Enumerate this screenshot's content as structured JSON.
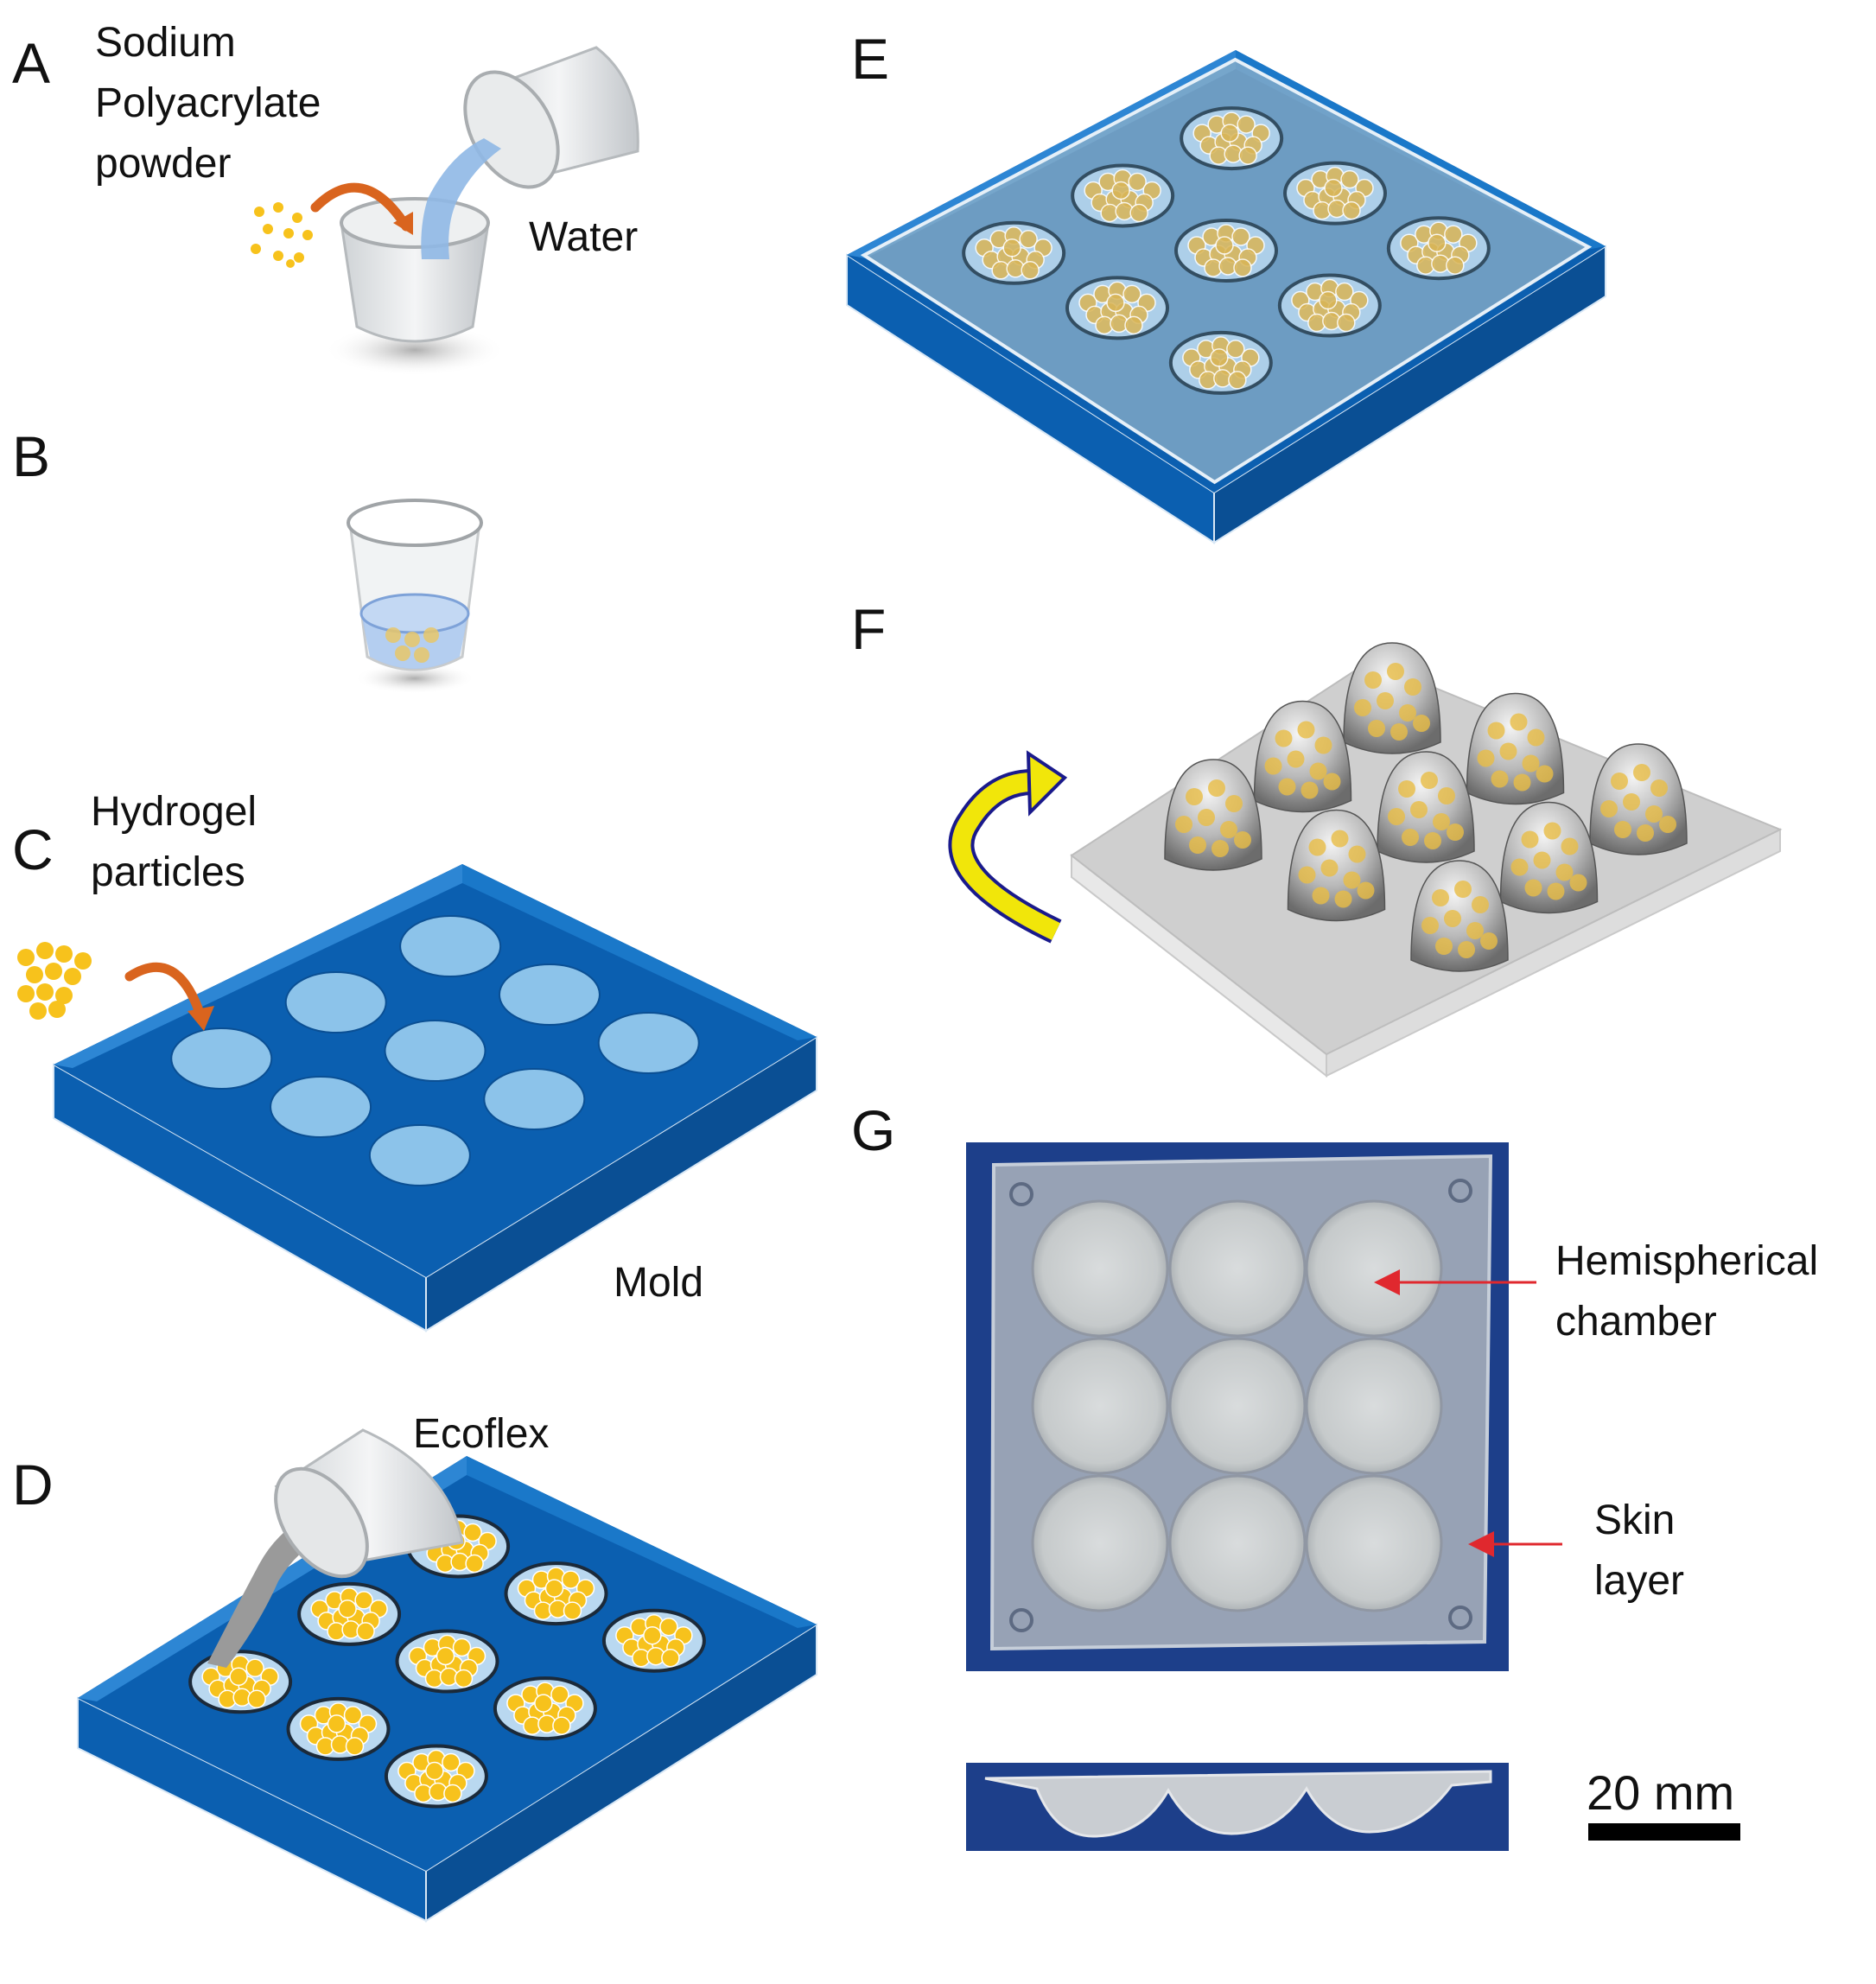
{
  "panels": {
    "a": {
      "letter": "A",
      "powder_label": "Sodium\nPolyacrylate\npowder",
      "water_label": "Water"
    },
    "b": {
      "letter": "B"
    },
    "c": {
      "letter": "C",
      "particles_label": "Hydrogel\nparticles",
      "mold_label": "Mold"
    },
    "d": {
      "letter": "D",
      "ecoflex_label": "Ecoflex"
    },
    "e": {
      "letter": "E"
    },
    "f": {
      "letter": "F"
    },
    "g": {
      "letter": "G",
      "chamber_label": "Hemispherical\nchamber",
      "skin_label": "Skin\nlayer",
      "scale_label": "20 mm"
    }
  },
  "colors": {
    "mold_blue": "#0b5fb0",
    "mold_dark": "#0a4f94",
    "well_blue": "#8cc3ea",
    "particle_yellow": "#f7c21c",
    "arrow_orange": "#d9641e",
    "flip_arrow_yellow": "#f1e60a",
    "pointer_red": "#e0282e",
    "photo_background": "#1d3f8a"
  }
}
